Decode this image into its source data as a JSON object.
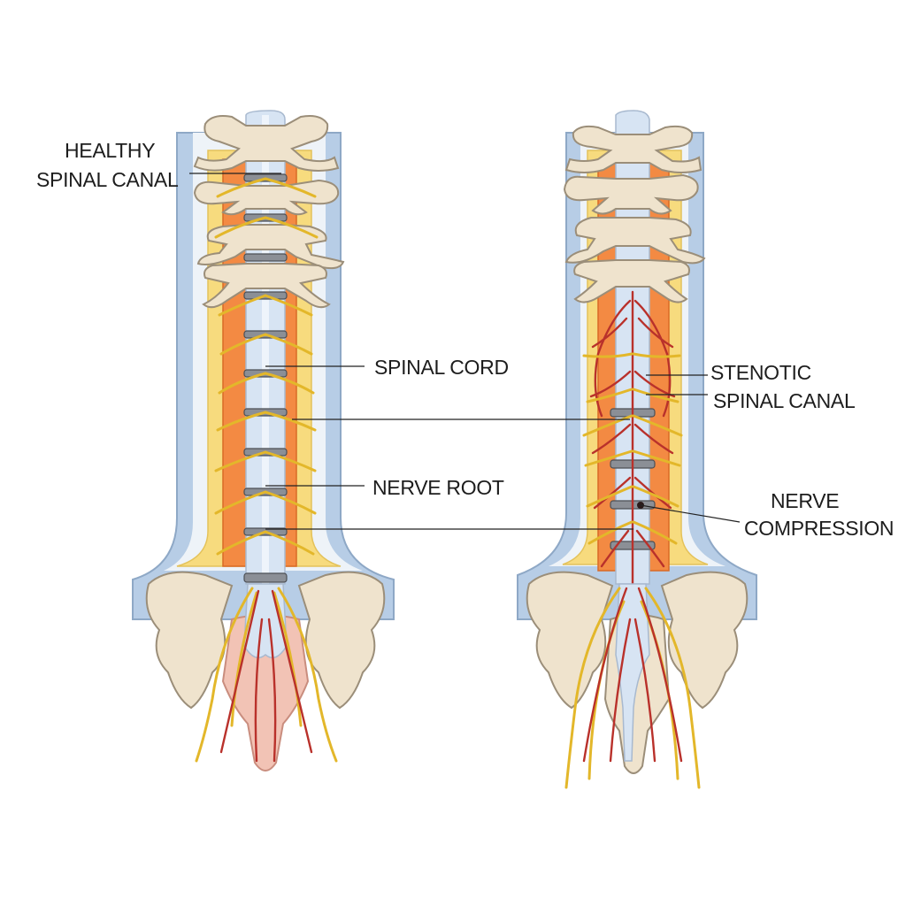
{
  "labels": {
    "healthy_line1": "HEALTHY",
    "healthy_line2": "SPINAL CANAL",
    "spinal_cord": "SPINAL CORD",
    "nerve_root": "NERVE ROOT",
    "stenotic_line1": "STENOTIC",
    "stenotic_line2": "SPINAL CANAL",
    "compression_line1": "NERVE",
    "compression_line2": "COMPRESSION"
  },
  "colors": {
    "background": "#ffffff",
    "outer_sheath": "#b7cde6",
    "fat_layer": "#f7db7e",
    "canal_tissue": "#f38a43",
    "cord": "#d7e4f3",
    "bone": "#efe3cd",
    "disc": "#8b8f96",
    "nerve_yellow": "#e3b72a",
    "nerve_red": "#b9312b",
    "sacrum_pink": "#f2c3b5"
  },
  "icons": [
    "vertebra-icon",
    "pelvis-icon",
    "sacrum-icon",
    "nerve-icon"
  ]
}
